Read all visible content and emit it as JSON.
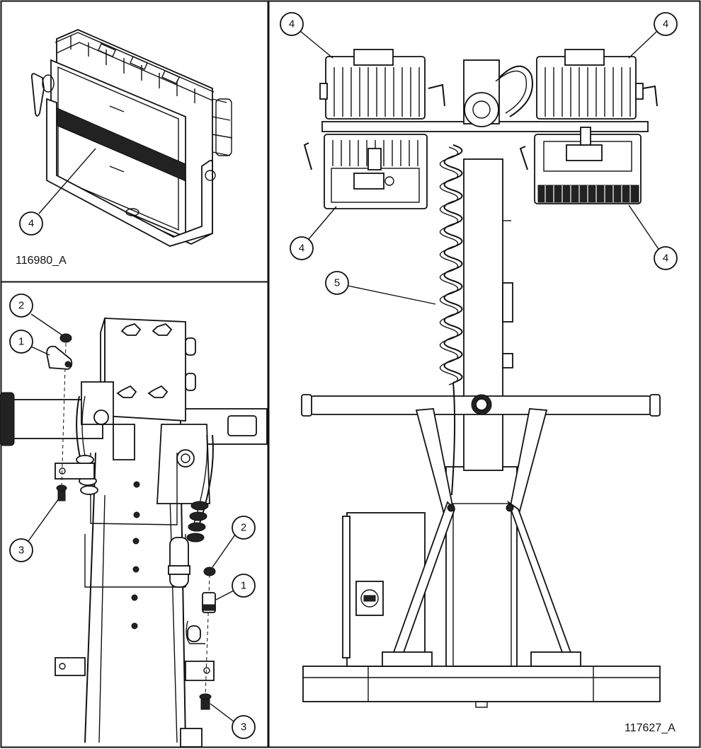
{
  "figure_ids": {
    "top_left": "116980_A",
    "right": "117627_A"
  },
  "callouts": {
    "tl_light": "4",
    "bl_clamp_upper": "1",
    "bl_nut_upper": "2",
    "bl_bolt_upper": "3",
    "bl_nut_lower": "2",
    "bl_clamp_lower": "1",
    "bl_bolt_lower": "3",
    "r_light_tl": "4",
    "r_light_tr": "4",
    "r_light_bl": "4",
    "r_light_br": "4",
    "r_cord": "5"
  },
  "colors": {
    "line": "#111111",
    "background": "#ffffff"
  }
}
